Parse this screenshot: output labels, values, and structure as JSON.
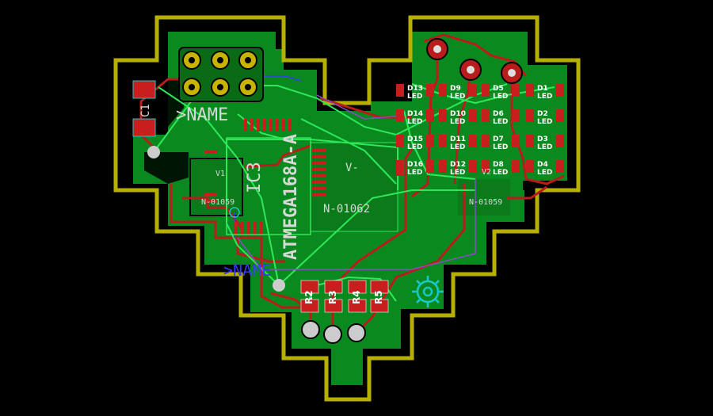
{
  "colors": {
    "background": "#000000",
    "board_outline": "#b8b000",
    "copper_fill": "#0a8a1e",
    "track_red": "#b81c1c",
    "track_green": "#2ee85a",
    "pad_gold": "#c8b400",
    "smd_pad": "#c81e1e",
    "silkscreen": "#d8d8d8",
    "net_blue": "#3a3aff",
    "purple_line": "#8a4ac8",
    "cyan": "#18c8c8"
  },
  "labels": {
    "c1": "C1",
    "name": ">NAME",
    "ic3": "IC3",
    "chip": "ATMEGA168A-A",
    "v_minus": "V-",
    "n_center": "N-01062",
    "v1": "V1",
    "n_left": "N-01059",
    "v2": "V2",
    "n_right": "N-01059",
    "name_bottom": ">NAME",
    "r2": "R2",
    "r3": "R3",
    "r4": "R4",
    "r5": "R5"
  },
  "leds": [
    {
      "ref": "D13",
      "sub": "LED"
    },
    {
      "ref": "D9",
      "sub": "LED"
    },
    {
      "ref": "D5",
      "sub": "LED"
    },
    {
      "ref": "D1",
      "sub": "LED"
    },
    {
      "ref": "D14",
      "sub": "LED"
    },
    {
      "ref": "D10",
      "sub": "LED"
    },
    {
      "ref": "D6",
      "sub": "LED"
    },
    {
      "ref": "D2",
      "sub": "LED"
    },
    {
      "ref": "D15",
      "sub": "LED"
    },
    {
      "ref": "D11",
      "sub": "LED"
    },
    {
      "ref": "D7",
      "sub": "LED"
    },
    {
      "ref": "D3",
      "sub": "LED"
    },
    {
      "ref": "D16",
      "sub": "LED"
    },
    {
      "ref": "D12",
      "sub": "LED"
    },
    {
      "ref": "D8",
      "sub": "LED"
    },
    {
      "ref": "D4",
      "sub": "LED"
    }
  ]
}
